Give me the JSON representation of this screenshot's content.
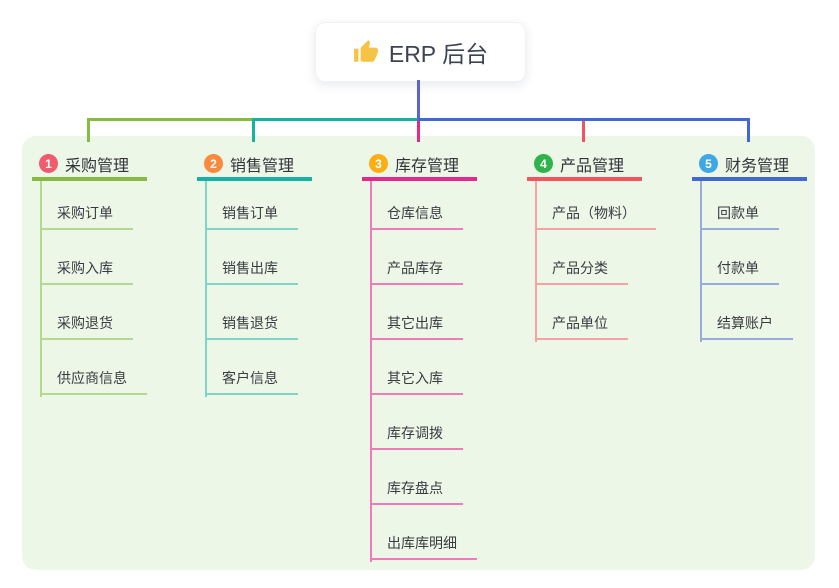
{
  "root": {
    "label": "ERP 后台",
    "icon": "thumbs-up-icon",
    "icon_color": "#f6c344",
    "connector_color": "#5b65d0"
  },
  "panel": {
    "background": "#ecf7e7"
  },
  "branches": [
    {
      "badge": "1",
      "badge_color": "#f05b6d",
      "label": "采购管理",
      "color": "#84bb40",
      "light_color": "#b4d98c",
      "children": [
        "采购订单",
        "采购入库",
        "采购退货",
        "供应商信息"
      ]
    },
    {
      "badge": "2",
      "badge_color": "#fa8a3d",
      "label": "销售管理",
      "color": "#16b2a4",
      "light_color": "#7fd5ca",
      "children": [
        "销售订单",
        "销售出库",
        "销售退货",
        "客户信息"
      ]
    },
    {
      "badge": "3",
      "badge_color": "#fcae16",
      "label": "库存管理",
      "color": "#e2298c",
      "light_color": "#ef7bbb",
      "children": [
        "仓库信息",
        "产品库存",
        "其它出库",
        "其它入库",
        "库存调拨",
        "库存盘点",
        "出库库明细"
      ]
    },
    {
      "badge": "4",
      "badge_color": "#2eb44b",
      "label": "产品管理",
      "color": "#f4525d",
      "light_color": "#f9a2a4",
      "children": [
        "产品（物料）",
        "产品分类",
        "产品单位"
      ]
    },
    {
      "badge": "5",
      "badge_color": "#3fa7e5",
      "label": "财务管理",
      "color": "#4169d1",
      "light_color": "#97acde",
      "children": [
        "回款单",
        "付款单",
        "结算账户"
      ]
    }
  ]
}
